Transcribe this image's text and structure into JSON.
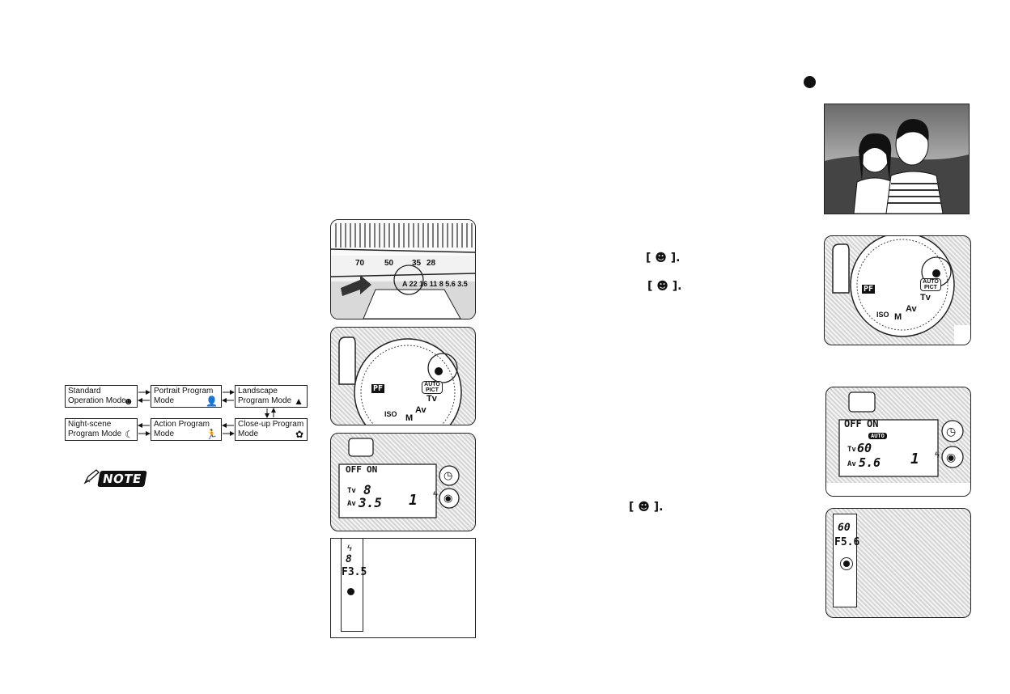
{
  "flow_diagram": {
    "boxes": [
      {
        "label": "Standard Operation Mode",
        "icon": "smile-icon"
      },
      {
        "label": "Portrait Program Mode",
        "icon": "portrait-icon"
      },
      {
        "label": "Landscape Program Mode",
        "icon": "landscape-icon"
      },
      {
        "label": "Night-scene Program Mode",
        "icon": "night-scene-icon"
      },
      {
        "label": "Action Program Mode",
        "icon": "action-icon"
      },
      {
        "label": "Close-up Program Mode",
        "icon": "closeup-icon"
      }
    ]
  },
  "note_label": "NOTE",
  "lens": {
    "focal_scale": [
      "70",
      "50",
      "35",
      "28"
    ],
    "aperture_scale": "A 22 16 11 8 5.6 3.5"
  },
  "mode_dial": {
    "labels": [
      "PF",
      "ISO",
      "M",
      "Av",
      "Tv",
      "AUTO PICT"
    ]
  },
  "lcd_left": {
    "off_label": "OFF",
    "on_label": "ON",
    "tv_label": "Tv",
    "tv_value": "8",
    "av_label": "Av",
    "av_value": "3.5",
    "frame_count": "1"
  },
  "viewfinder_left": {
    "shutter": "8",
    "aperture": "F3.5"
  },
  "right_text": {
    "mode_ref_1": "[ ☻ ].",
    "mode_ref_2": "[ ☻ ].",
    "mode_ref_3": "[ ☻ ]."
  },
  "lcd_right": {
    "off_label": "OFF",
    "on_label": "ON",
    "auto_badge": "AUTO",
    "tv_label": "Tv",
    "tv_value": "60",
    "av_label": "Av",
    "av_value": "5.6",
    "frame_count": "1"
  },
  "viewfinder_right": {
    "shutter": "60",
    "aperture": "F5.6"
  }
}
